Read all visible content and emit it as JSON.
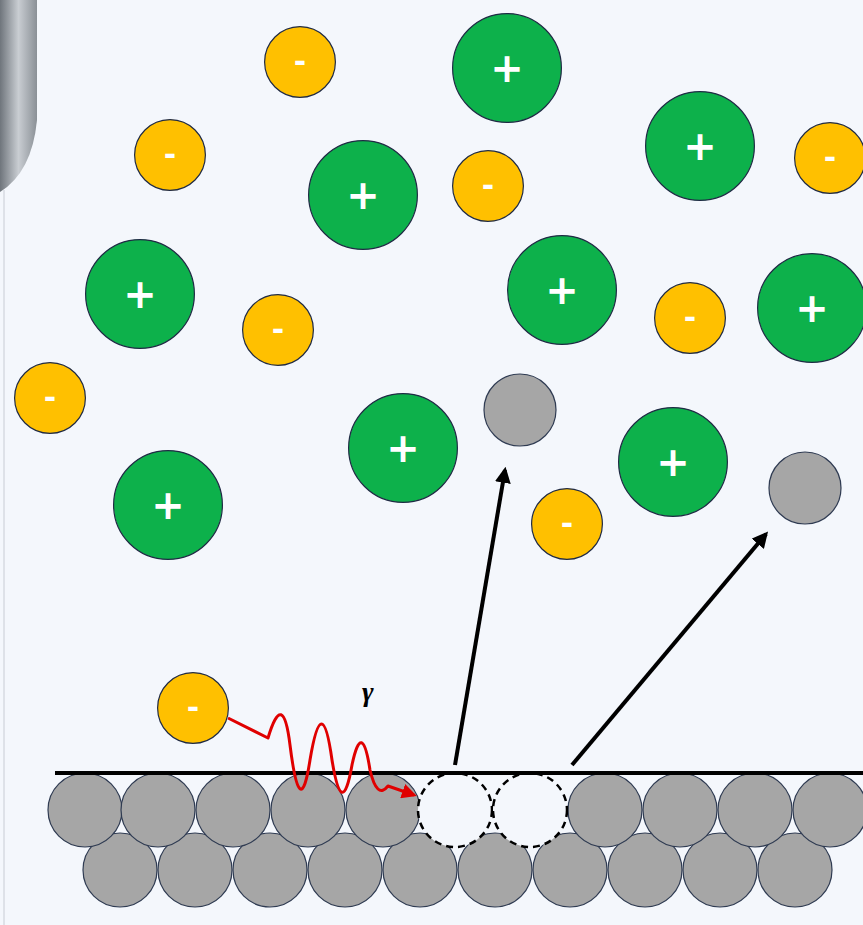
{
  "diagram": {
    "nodes": [
      {
        "text": [
          "-"
        ]
      },
      {
        "text": [
          "+"
        ]
      },
      {
        "text": [
          "+"
        ]
      },
      {
        "text": [
          "-"
        ]
      },
      {
        "text": [
          "-"
        ]
      },
      {
        "text": [
          "-"
        ]
      },
      {
        "text": [
          "+"
        ]
      },
      {
        "text": [
          "+"
        ]
      },
      {
        "text": [
          "+"
        ]
      },
      {
        "text": [
          "+"
        ]
      },
      {
        "text": [
          "-"
        ]
      },
      {
        "text": [
          "-"
        ]
      },
      {
        "text": [
          "-"
        ]
      },
      {
        "text": [
          "+"
        ]
      },
      {
        "text": [
          "+"
        ]
      },
      {
        "text": [
          "+"
        ]
      },
      {
        "text": [
          "-"
        ]
      },
      {
        "text": [
          "-"
        ]
      }
    ],
    "labels": [
      "γ"
    ]
  }
}
